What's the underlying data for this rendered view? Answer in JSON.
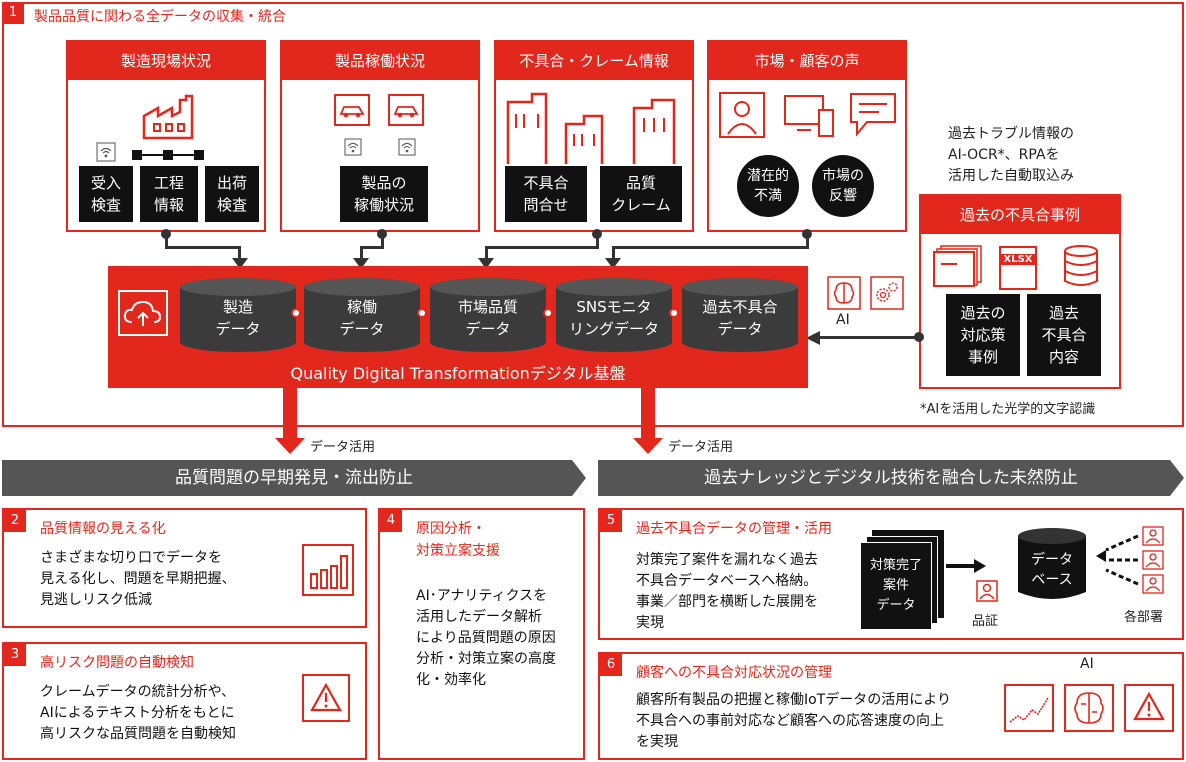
{
  "section1": {
    "num": "1",
    "title": "製品品質に関わる全データの収集・統合"
  },
  "sources": [
    {
      "title": "製造現場状況",
      "items": [
        "受入\n検査",
        "工程\n情報",
        "出荷\n検査"
      ]
    },
    {
      "title": "製品稼働状況",
      "items": [
        "製品の\n稼働状況"
      ]
    },
    {
      "title": "不具合・クレーム情報",
      "items": [
        "不具合\n問合せ",
        "品質\nクレーム"
      ]
    },
    {
      "title": "市場・顧客の声",
      "items": [
        "潜在的\n不満",
        "市場の\n反響"
      ]
    }
  ],
  "ocr_note": "過去トラブル情報の\nAI-OCR*、RPAを\n活用した自動取込み",
  "past_cases": {
    "title": "過去の不具合事例",
    "xlsx": "XLSX",
    "items": [
      "過去の\n対応策\n事例",
      "過去\n不具合\n内容"
    ]
  },
  "ai_label": "AI",
  "footnote": "*AIを活用した光学的文字認識",
  "platform": {
    "title": "Quality Digital Transformationデジタル基盤",
    "dbs": [
      "製造\nデータ",
      "稼働\nデータ",
      "市場品質\nデータ",
      "SNSモニタ\nリングデータ",
      "過去不具合\nデータ"
    ]
  },
  "data_use": [
    "データ活用",
    "データ活用"
  ],
  "banners": [
    "品質問題の早期発見・流出防止",
    "過去ナレッジとデジタル技術を融合した未然防止"
  ],
  "cards": [
    {
      "num": "2",
      "title": "品質情報の見える化",
      "text": "さまざまな切り口でデータを\n見える化し、問題を早期把握、\n見逃しリスク低減"
    },
    {
      "num": "3",
      "title": "高リスク問題の自動検知",
      "text": "クレームデータの統計分析や、\nAIによるテキスト分析をもとに\n高リスクな品質問題を自動検知"
    },
    {
      "num": "4",
      "title": "原因分析・\n対策立案支援",
      "text": "AI･アナリティクスを\n活用したデータ解析\nにより品質問題の原因\n分析・対策立案の高度\n化・効率化"
    },
    {
      "num": "5",
      "title": "過去不具合データの管理・活用",
      "text": "対策完了案件を漏れなく過去\n不具合データベースへ格納。\n事業／部門を横断した展開を\n実現"
    },
    {
      "num": "6",
      "title": "顧客への不具合対応状況の管理",
      "text": "顧客所有製品の把握と稼働IoTデータの活用により\n不具合への事前対応など顧客への応答速度の向上\nを実現"
    }
  ],
  "card5_diagram": {
    "doc": "対策完了\n案件\nデータ",
    "db": "データ\nベース",
    "qa": "品証",
    "depts": "各部署"
  },
  "card6_ai": "AI"
}
